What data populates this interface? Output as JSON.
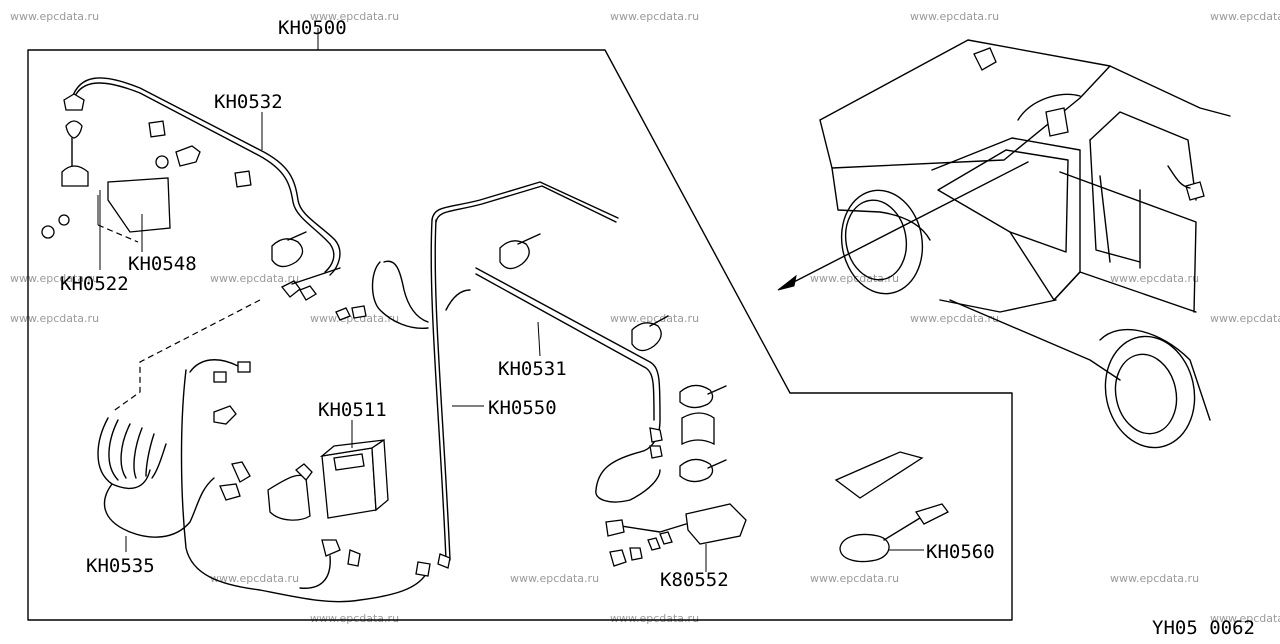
{
  "watermark": "www.epcdata.ru",
  "diagram_code": "YH05 0062",
  "parts": {
    "kh0500": "KH0500",
    "kh0532": "KH0532",
    "kh0522": "KH0522",
    "kh0548": "KH0548",
    "kh0531": "KH0531",
    "kh0511": "KH0511",
    "kh0550": "KH0550",
    "kh0535": "KH0535",
    "k80552": "K80552",
    "kh0560": "KH0560"
  }
}
